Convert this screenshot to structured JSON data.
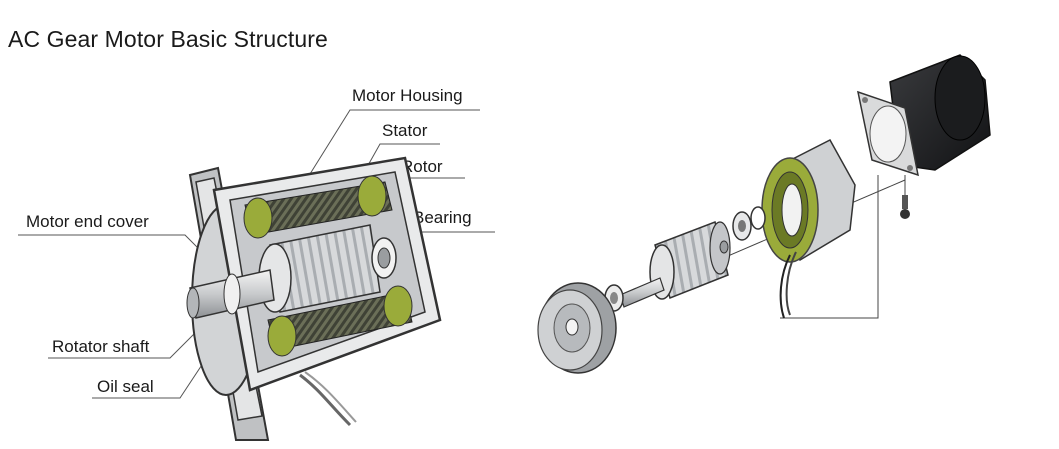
{
  "title": "AC Gear Motor Basic Structure",
  "labels": {
    "motor_housing": "Motor Housing",
    "stator": "Stator",
    "rotor": "Rotor",
    "bearing": "Bearing",
    "motor_end_cover": "Motor end cover",
    "rotator_shaft": "Rotator shaft",
    "oil_seal": "Oil seal"
  },
  "colors": {
    "winding_green": "#9aab3a",
    "metal_gray": "#b9bcbf",
    "dark_body": "#2a2b2e",
    "line": "#444444"
  }
}
